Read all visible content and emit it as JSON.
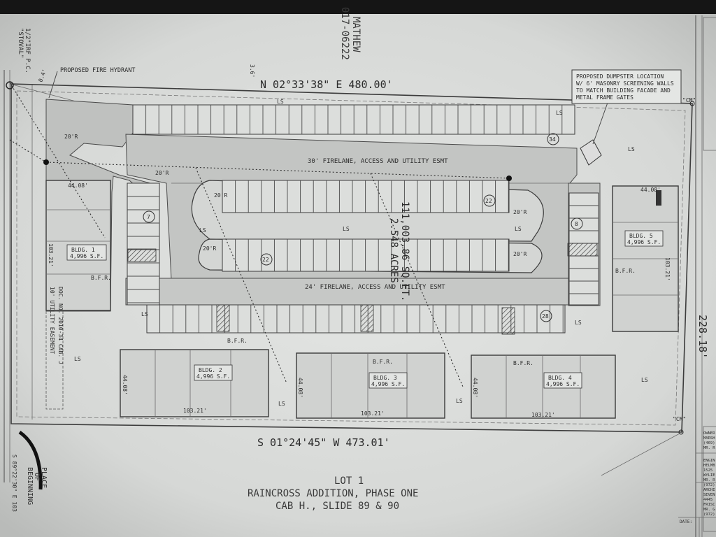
{
  "plan": {
    "north_boundary": "N 02°33'38\" E   480.00'",
    "south_boundary": "S 01°24'45\" W   473.01'",
    "east_boundary": "228.18'",
    "owner_vertical": "MATHEW",
    "doc_vertical": "017-06222",
    "irf_label": "1/2\"IRF P.C.",
    "irf_label2": "\"STOVAL\"",
    "fire_hydrant": "PROPOSED FIRE HYDRANT",
    "dumpster_note": [
      "PROPOSED DUMPSTER LOCATION",
      "W/ 6' MASONRY SCREENING WALLS",
      "TO MATCH BUILDING FACADE AND",
      "METAL FRAME GATES"
    ],
    "firelane_30": "30' FIRELANE, ACCESS AND UTILITY ESMT",
    "firelane_24": "24' FIRELANE, ACCESS AND UTILITY ESMT",
    "area_sqft": "111,003.86 SQ.FT.",
    "area_acres": "2.548 ACRES",
    "utility_easement": "10' UTILITY EASEMENT",
    "doc_no": "DOC. NO. 2010-34 CAB. J",
    "place_of_beginning": [
      "PLACE",
      "OF",
      "BEGINNING"
    ],
    "bearing_sw": "S 89°22'30\" E 103",
    "ls": "LS",
    "bfr": "B.F.R.",
    "radius_20": "20'R",
    "dim_44": "44.08'",
    "dim_103": "103.21'",
    "dim_36": "3.6'",
    "dim_04": "0.4'",
    "cm": "\"CM\"",
    "space_counts": [
      "34",
      "22",
      "22",
      "7",
      "8",
      "28"
    ],
    "legal": [
      "LOT 1",
      "RAINCROSS ADDITION, PHASE ONE",
      "CAB H., SLIDE 89 & 90"
    ],
    "date_label": "DATE:"
  },
  "buildings": [
    {
      "name": "BLDG. 1",
      "area": "4,996 S.F."
    },
    {
      "name": "BLDG. 2",
      "area": "4,996 S.F."
    },
    {
      "name": "BLDG. 3",
      "area": "4,996 S.F."
    },
    {
      "name": "BLDG. 4",
      "area": "4,996 S.F."
    },
    {
      "name": "BLDG. 5",
      "area": "4,996 S.F."
    }
  ],
  "title_block": [
    "OWNER",
    "MARSH",
    "(469)",
    "MR. R",
    "ENGIN",
    "HELMB",
    "1525",
    "WYLIE",
    "MR. R",
    "(972)",
    "ARCHI",
    "SEVEN",
    "4445",
    "FRISC",
    "MR. G",
    "(972)"
  ]
}
